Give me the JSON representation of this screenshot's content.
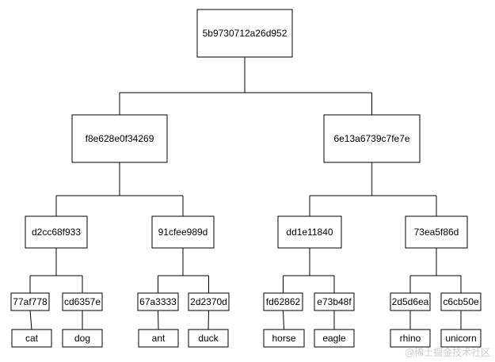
{
  "diagram": {
    "colors": {
      "box_fill": "#ffffff",
      "box_stroke": "#000000",
      "text": "#000000",
      "connector": "#000000",
      "watermark": "#cfcfcf"
    },
    "root": {
      "id": "root",
      "label": "5b9730712a26d952",
      "children": [
        {
          "id": "left",
          "label": "f8e628e0f34269",
          "children": [
            {
              "id": "l1",
              "label": "d2cc68f933",
              "children": [
                {
                  "id": "l1a",
                  "label": "77af778",
                  "children": [
                    {
                      "id": "cat",
                      "label": "cat",
                      "leaf": true
                    }
                  ]
                },
                {
                  "id": "l1b",
                  "label": "cd6357e",
                  "children": [
                    {
                      "id": "dog",
                      "label": "dog",
                      "leaf": true
                    }
                  ]
                }
              ]
            },
            {
              "id": "l2",
              "label": "91cfee989d",
              "children": [
                {
                  "id": "l2a",
                  "label": "67a3333",
                  "children": [
                    {
                      "id": "ant",
                      "label": "ant",
                      "leaf": true
                    }
                  ]
                },
                {
                  "id": "l2b",
                  "label": "2d2370d",
                  "children": [
                    {
                      "id": "duck",
                      "label": "duck",
                      "leaf": true
                    }
                  ]
                }
              ]
            }
          ]
        },
        {
          "id": "right",
          "label": "6e13a6739c7fe7e",
          "children": [
            {
              "id": "r1",
              "label": "dd1e11840",
              "children": [
                {
                  "id": "r1a",
                  "label": "fd62862",
                  "children": [
                    {
                      "id": "horse",
                      "label": "horse",
                      "leaf": true
                    }
                  ]
                },
                {
                  "id": "r1b",
                  "label": "e73b48f",
                  "children": [
                    {
                      "id": "eagle",
                      "label": "eagle",
                      "leaf": true
                    }
                  ]
                }
              ]
            },
            {
              "id": "r2",
              "label": "73ea5f86d",
              "children": [
                {
                  "id": "r2a",
                  "label": "2d5d6ea",
                  "children": [
                    {
                      "id": "rhino",
                      "label": "rhino",
                      "leaf": true
                    }
                  ]
                },
                {
                  "id": "r2b",
                  "label": "c6cb50e",
                  "children": [
                    {
                      "id": "unicorn",
                      "label": "unicorn",
                      "leaf": true
                    }
                  ]
                }
              ]
            }
          ]
        }
      ]
    }
  },
  "watermark": {
    "text": "@稀土掘金技术社区"
  }
}
